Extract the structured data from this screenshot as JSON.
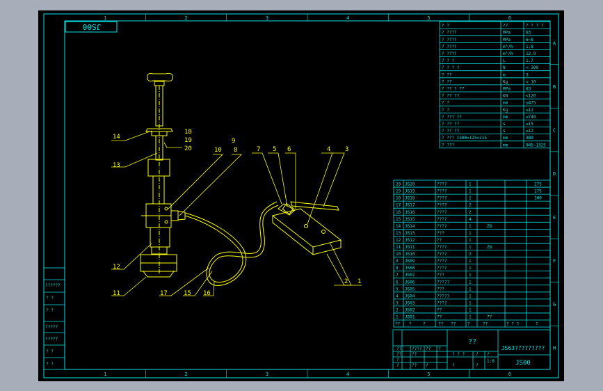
{
  "drawing_code": "JS00",
  "zone_columns": [
    "1",
    "2",
    "3",
    "4",
    "5",
    "6"
  ],
  "zone_rows": [
    "A",
    "B",
    "C",
    "D",
    "E",
    "F",
    "G",
    "H"
  ],
  "balloons": [
    "1",
    "2",
    "3",
    "4",
    "5",
    "6",
    "7",
    "8",
    "9",
    "10",
    "11",
    "12",
    "13",
    "14",
    "15",
    "16",
    "17",
    "18",
    "19",
    "20"
  ],
  "specs": [
    {
      "name": "? ?",
      "unit": "??",
      "value": "? ? ? ?"
    },
    {
      "name": "? ????",
      "unit": "MPa",
      "value": "63"
    },
    {
      "name": "? ????",
      "unit": "MPa",
      "value": "6~8"
    },
    {
      "name": "? ????",
      "unit": "m³/h",
      "value": "1.8"
    },
    {
      "name": "? ????",
      "unit": "m³/h",
      "value": "12.9"
    },
    {
      "name": "? ? ?",
      "unit": "L",
      "value": "1.7"
    },
    {
      "name": "? ? ? ?",
      "unit": "N",
      "value": "< 300"
    },
    {
      "name": "? ??",
      "unit": "m",
      "value": "3"
    },
    {
      "name": "? ??",
      "unit": "Kg",
      "value": "< 10"
    },
    {
      "name": "? ?? ? ??",
      "unit": "MPa",
      "value": "63"
    },
    {
      "name": "? ?? ??",
      "unit": "KN",
      "value": "<120"
    },
    {
      "name": "? ?",
      "unit": "mm",
      "value": "≤475"
    },
    {
      "name": "? ?",
      "unit": "Kg",
      "value": "≤12"
    },
    {
      "name": "? ??? ??",
      "unit": "mm",
      "value": "≤740"
    },
    {
      "name": "? ?? ??",
      "unit": "s",
      "value": "≤15"
    },
    {
      "name": "? ?? ??",
      "unit": "s",
      "value": "≤12"
    },
    {
      "name": "? ??? 1100×125×215",
      "unit": "mm",
      "value": "380"
    },
    {
      "name": "? ???",
      "unit": "mm",
      "value": "945~1325"
    }
  ],
  "bom": {
    "rows": [
      {
        "no": "20",
        "code": "JS20",
        "name": "????",
        "qty": "1",
        "mat": "",
        "note": "275"
      },
      {
        "no": "19",
        "code": "JS19",
        "name": "????",
        "qty": "1",
        "mat": "",
        "note": "175"
      },
      {
        "no": "18",
        "code": "JS18",
        "name": "????",
        "qty": "1",
        "mat": "",
        "note": "100"
      },
      {
        "no": "17",
        "code": "JS17",
        "name": "????",
        "qty": "2",
        "mat": "",
        "note": ""
      },
      {
        "no": "16",
        "code": "JS16",
        "name": "????",
        "qty": "2",
        "mat": "",
        "note": ""
      },
      {
        "no": "15",
        "code": "JS15",
        "name": "????",
        "qty": "4",
        "mat": "",
        "note": ""
      },
      {
        "no": "14",
        "code": "JS14",
        "name": "????",
        "qty": "1",
        "mat": "ZG",
        "note": ""
      },
      {
        "no": "13",
        "code": "JS13",
        "name": "???",
        "qty": "1",
        "mat": "",
        "note": ""
      },
      {
        "no": "12",
        "code": "JS12",
        "name": "??",
        "qty": "1",
        "mat": "",
        "note": ""
      },
      {
        "no": "11",
        "code": "JS11",
        "name": "????",
        "qty": "1",
        "mat": "ZG",
        "note": ""
      },
      {
        "no": "10",
        "code": "JS10",
        "name": "????",
        "qty": "2",
        "mat": "",
        "note": ""
      },
      {
        "no": "9",
        "code": "JS09",
        "name": "????",
        "qty": "1",
        "mat": "",
        "note": ""
      },
      {
        "no": "8",
        "code": "JS08",
        "name": "????",
        "qty": "1",
        "mat": "",
        "note": ""
      },
      {
        "no": "7",
        "code": "JS07",
        "name": "???",
        "qty": "1",
        "mat": "",
        "note": ""
      },
      {
        "no": "6",
        "code": "JS06",
        "name": "?????",
        "qty": "1",
        "mat": "",
        "note": ""
      },
      {
        "no": "5",
        "code": "JS05",
        "name": "???",
        "qty": "1",
        "mat": "",
        "note": ""
      },
      {
        "no": "4",
        "code": "JS04",
        "name": "?????",
        "qty": "1",
        "mat": "",
        "note": ""
      },
      {
        "no": "3",
        "code": "JS03",
        "name": "????",
        "qty": "1",
        "mat": "",
        "note": ""
      },
      {
        "no": "2",
        "code": "JS02",
        "name": "??",
        "qty": "1",
        "mat": "",
        "note": ""
      },
      {
        "no": "1",
        "code": "JS01",
        "name": "??",
        "qty": "1",
        "mat": "??",
        "note": ""
      }
    ],
    "header": [
      "??",
      "?",
      "?",
      "??",
      "??",
      "?",
      "??",
      "? ? ?",
      "?"
    ]
  },
  "title_block": {
    "designer": "??",
    "drawing_title": "JS63?????????",
    "drawing_no": "JS00",
    "left_labels": [
      "??????",
      "? ?",
      "? ?",
      "?????",
      "?????",
      "? ?",
      "? ?"
    ],
    "small_labels": [
      "??",
      "????",
      "??",
      "?",
      "??",
      "??",
      "?",
      "?",
      "??",
      "?",
      "? ? ?",
      "?",
      "?",
      "?",
      "?",
      "1:8"
    ]
  }
}
